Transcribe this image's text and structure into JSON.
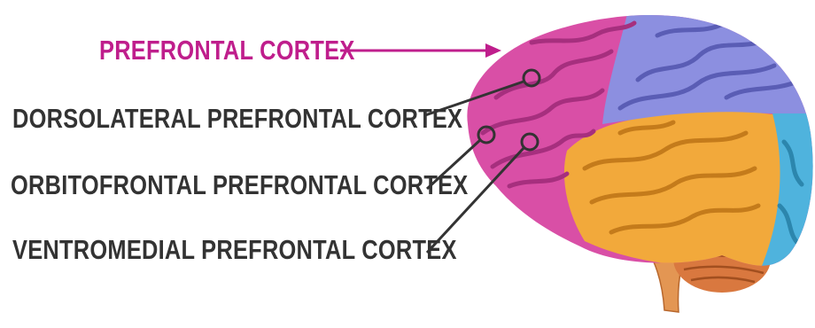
{
  "labels": {
    "prefrontal": "PREFRONTAL CORTEX",
    "dorsolateral": "DORSOLATERAL PREFRONTAL CORTEX",
    "orbitofrontal": "ORBITOFRONTAL PREFRONTAL CORTEX",
    "ventromedial": "VENTROMEDIAL PREFRONTAL CORTEX"
  },
  "colors": {
    "frontal_lobe": "#d94fa6",
    "parietal_lobe": "#8c8fe0",
    "temporal_lobe": "#f2a93b",
    "occipital_lobe": "#4fb3dd",
    "cerebellum": "#d9783f",
    "brainstem": "#e39653",
    "accent": "#bf1e8c",
    "label_text": "#333333"
  }
}
